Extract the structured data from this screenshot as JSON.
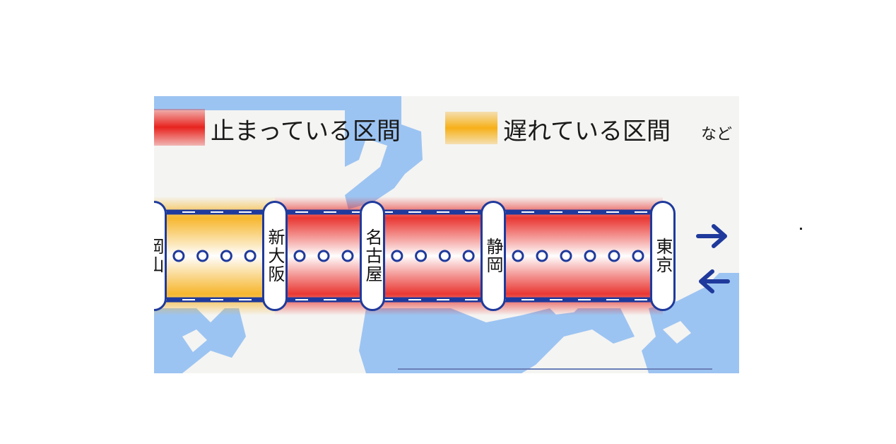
{
  "legend": {
    "stopped": {
      "label": "止まっている区間",
      "color": "#e8231e"
    },
    "delayed": {
      "label": "遅れている区間",
      "color": "#f7b019"
    },
    "suffix": "など"
  },
  "line": {
    "color": "#1f3a9c",
    "stations": [
      {
        "name": "岡山"
      },
      {
        "name": "新大阪"
      },
      {
        "name": "名古屋"
      },
      {
        "name": "静岡"
      },
      {
        "name": "東京"
      }
    ],
    "stops_between": [
      4,
      3,
      4,
      6
    ],
    "section_status": [
      "delayed",
      "stopped",
      "stopped",
      "stopped"
    ]
  },
  "direction_icons": [
    "arrow-right-icon",
    "arrow-left-icon"
  ],
  "colors": {
    "sea": "#9cc4f2",
    "land": "#f4f4f2",
    "track": "#1f3a9c"
  }
}
